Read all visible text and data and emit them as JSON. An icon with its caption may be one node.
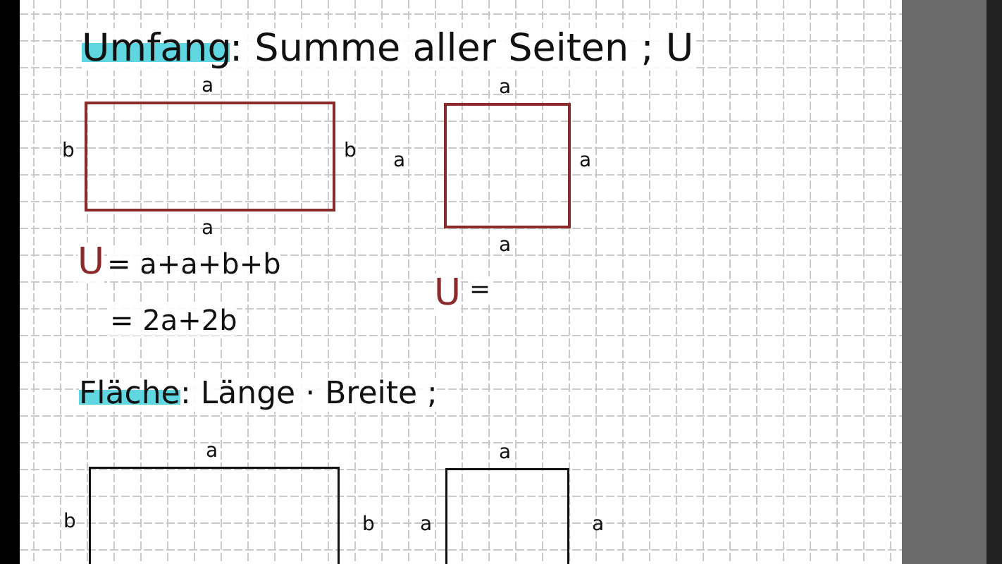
{
  "diagram": {
    "nodes": [
      {
        "text": [],
        "shape": "box",
        "beside": [
          "a",
          "b",
          "b",
          "a"
        ]
      },
      {
        "text": [],
        "shape": "box",
        "beside": [
          "a",
          "a",
          "a",
          "a"
        ]
      },
      {
        "text": [],
        "shape": "box",
        "beside": [
          "a",
          "b",
          "b"
        ]
      },
      {
        "text": [],
        "shape": "box",
        "beside": [
          "a",
          "a",
          "a"
        ]
      }
    ],
    "labels": [
      "Umfang",
      ": Summe aller Seiten ; U",
      "U",
      "= a+a+b+b",
      "= 2a+2b",
      "U",
      "=",
      "Fläche",
      ": Länge · Breite ;"
    ]
  }
}
